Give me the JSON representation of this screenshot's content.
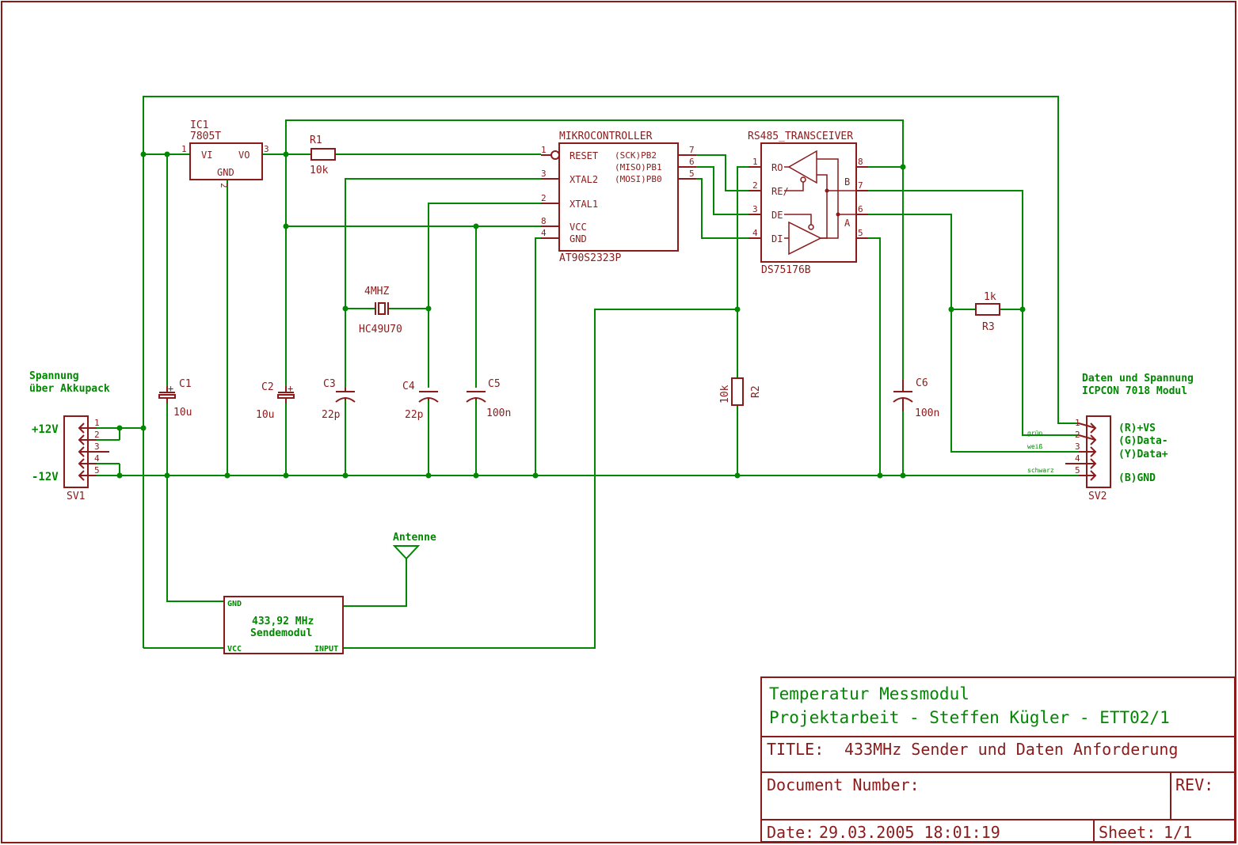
{
  "title_block": {
    "line1": "Temperatur Messmodul",
    "line2": "Projektarbeit - Steffen Kügler - ETT02/1",
    "title_label": "TITLE:",
    "title_value": "433MHz Sender und Daten Anforderung",
    "doc_label": "Document Number:",
    "rev_label": "REV:",
    "date_label": "Date:",
    "date_value": "29.03.2005 18:01:19",
    "sheet_label": "Sheet:",
    "sheet_value": "1/1"
  },
  "ic1": {
    "ref": "IC1",
    "value": "7805T",
    "vi": "VI",
    "vo": "VO",
    "gnd": "GND",
    "pin1": "1",
    "pin2": "2",
    "pin3": "3"
  },
  "r1": {
    "ref": "R1",
    "value": "10k"
  },
  "r2": {
    "ref": "R2",
    "value": "10k"
  },
  "r3": {
    "ref": "R3",
    "value": "1k"
  },
  "mcu": {
    "title": "MIKROCONTROLLER",
    "part": "AT90S2323P",
    "left_pins": [
      {
        "num": "1",
        "name": "RESET"
      },
      {
        "num": "3",
        "name": "XTAL2"
      },
      {
        "num": "2",
        "name": "XTAL1"
      },
      {
        "num": "8",
        "name": "VCC"
      },
      {
        "num": "4",
        "name": "GND"
      }
    ],
    "right_pins": [
      {
        "num": "7",
        "name": "(SCK)PB2"
      },
      {
        "num": "6",
        "name": "(MISO)PB1"
      },
      {
        "num": "5",
        "name": "(MOSI)PB0"
      }
    ]
  },
  "rs485": {
    "title": "RS485_TRANSCEIVER",
    "part": "DS75176B",
    "left_pins": [
      {
        "num": "1",
        "name": "RO"
      },
      {
        "num": "2",
        "name": "RE/"
      },
      {
        "num": "3",
        "name": "DE"
      },
      {
        "num": "4",
        "name": "DI"
      }
    ],
    "right_pins": [
      {
        "num": "8",
        "name": ""
      },
      {
        "num": "7",
        "name": "B"
      },
      {
        "num": "6",
        "name": "A"
      },
      {
        "num": "5",
        "name": ""
      }
    ]
  },
  "crystal": {
    "value": "4MHZ",
    "part": "HC49U70"
  },
  "capacitors": [
    {
      "ref": "C1",
      "value": "10u"
    },
    {
      "ref": "C2",
      "value": "10u"
    },
    {
      "ref": "C3",
      "value": "22p"
    },
    {
      "ref": "C4",
      "value": "22p"
    },
    {
      "ref": "C5",
      "value": "100n"
    },
    {
      "ref": "C6",
      "value": "100n"
    }
  ],
  "sv1": {
    "ref": "SV1",
    "label_line1": "Spannung",
    "label_line2": "über Akkupack",
    "plus": "+12V",
    "minus": "-12V",
    "pins": [
      "1",
      "2",
      "3",
      "4",
      "5"
    ]
  },
  "sv2": {
    "ref": "SV2",
    "label_line1": "Daten und Spannung",
    "label_line2": "ICPCON 7018 Modul",
    "pins": [
      "1",
      "2",
      "3",
      "4",
      "5"
    ],
    "signals": [
      "(R)+VS",
      "(G)Data-",
      "(Y)Data+",
      "(B)GND"
    ],
    "wire_labels": [
      "grün",
      "weiß",
      "schwarz"
    ]
  },
  "antenna": {
    "label": "Antenne"
  },
  "transmitter": {
    "line1": "433,92 MHz",
    "line2": "Sendemodul",
    "gnd": "GND",
    "vcc": "VCC",
    "input": "INPUT"
  },
  "colors": {
    "component": "#8b1a1a",
    "wire": "#008800",
    "frame": "#8b1a1a"
  }
}
